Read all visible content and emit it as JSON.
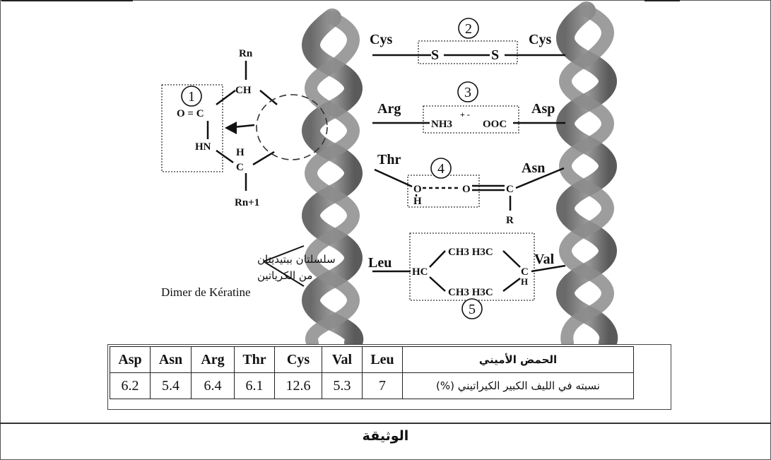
{
  "doc_title": "الوثيقة",
  "bond_labels": [
    "1",
    "2",
    "3",
    "4",
    "5"
  ],
  "peptide_bond": {
    "rn": "Rn",
    "rn1": "Rn+1",
    "ch": "CH",
    "oc": "O = C",
    "hn": "HN",
    "h": "H",
    "c": "C"
  },
  "disulfide": {
    "left": "Cys",
    "right": "Cys",
    "s1": "S",
    "s2": "S"
  },
  "ionic": {
    "left": "Arg",
    "right": "Asp",
    "nh3": "NH3",
    "charge": "+ -",
    "ooc": "OOC"
  },
  "hydrogen": {
    "left": "Thr",
    "right": "Asn",
    "o": "O",
    "h": "H",
    "o2": "O",
    "c": "C",
    "r": "R"
  },
  "hydrophobic": {
    "left": "Leu",
    "right": "Val",
    "hc": "HC",
    "ch": "C",
    "h": "H",
    "ch3_top": "CH3 H3C",
    "ch3_bottom": "CH3 H3C"
  },
  "dimer_caption": {
    "line1": "سلسلتان ببتيديتان",
    "line2": "من الكرياتين",
    "line3": "Dimer de Kératine"
  },
  "table": {
    "header_label": "الحمض الأميني",
    "row_label": "نسبته في الليف الكبير الكيراتيني (%)",
    "amino_acids": [
      "Asp",
      "Asn",
      "Arg",
      "Thr",
      "Cys",
      "Val",
      "Leu"
    ],
    "values": [
      "6.2",
      "5.4",
      "6.4",
      "6.1",
      "12.6",
      "5.3",
      "7"
    ]
  }
}
